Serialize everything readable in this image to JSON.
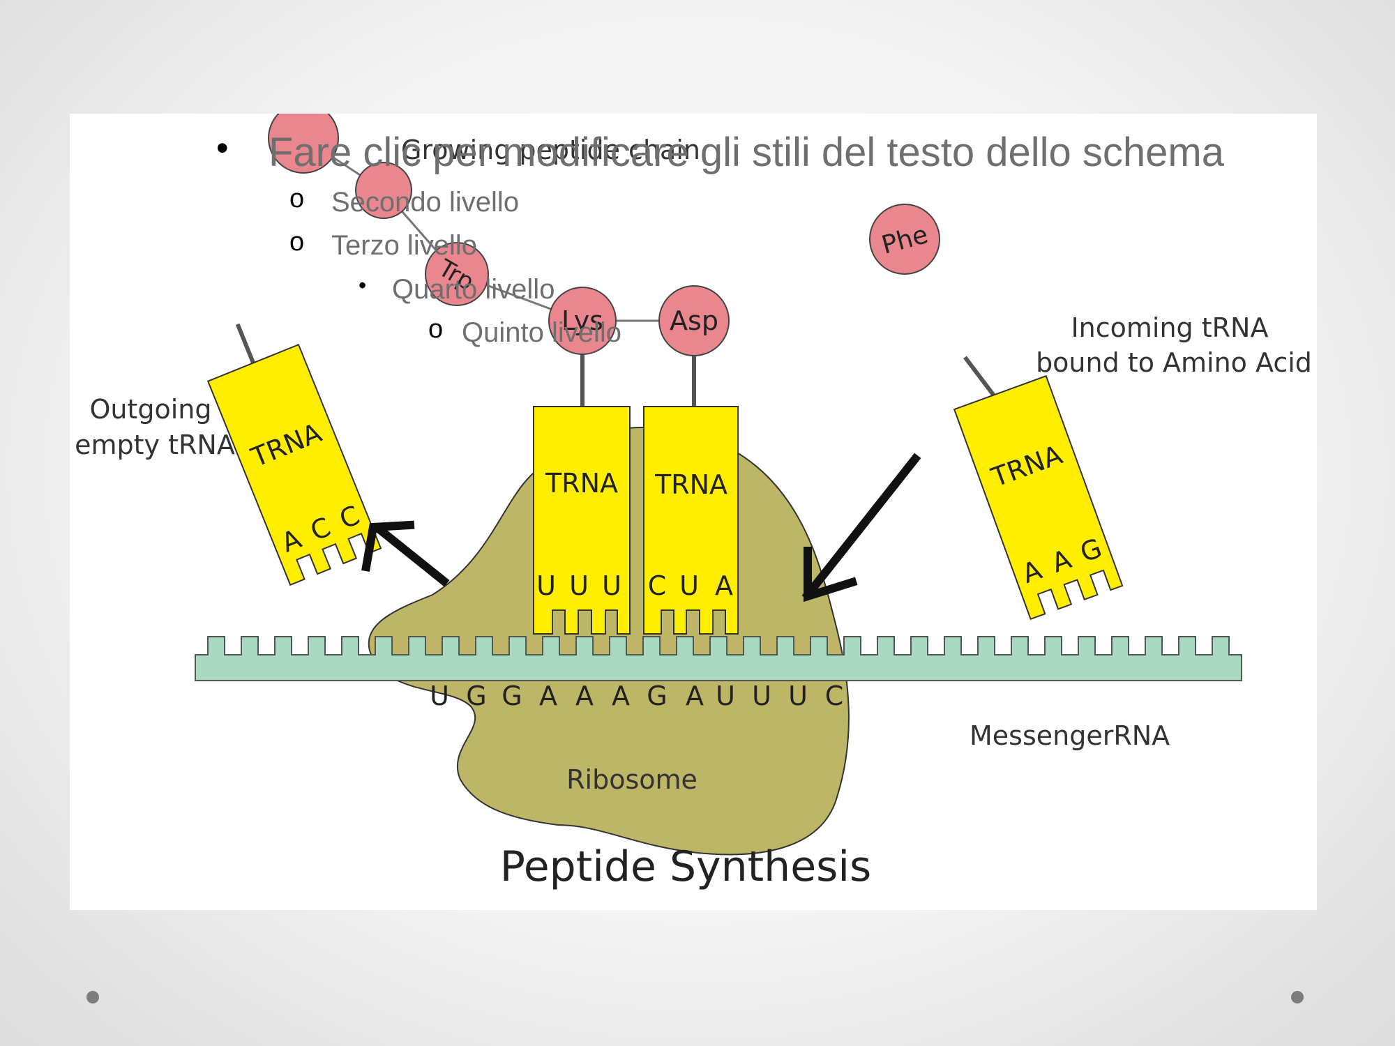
{
  "diagram": {
    "title": "Peptide Synthesis",
    "growing_chain_label": "Growing peptide chain",
    "amino_acids": {
      "trp": "Trp",
      "lys": "Lys",
      "asp": "Asp",
      "phe": "Phe"
    },
    "trna_label": "TRNA",
    "outgoing_label_line1": "Outgoing",
    "outgoing_label_line2": "empty tRNA",
    "outgoing_anticodon": [
      "A",
      "C",
      "C"
    ],
    "incoming_label_line1": "Incoming  tRNA",
    "incoming_label_line2": "bound to Amino Acid",
    "incoming_anticodon": [
      "A",
      "A",
      "G"
    ],
    "p_site_anticodon": [
      "U",
      "U",
      "U"
    ],
    "a_site_anticodon": [
      "C",
      "U",
      "A"
    ],
    "mrna_sequence": [
      "U",
      "G",
      "G",
      "A",
      "A",
      "A",
      "G",
      "A",
      "U",
      "U",
      "U",
      "C"
    ],
    "mrna_label": "MessengerRNA",
    "ribosome_label": "Ribosome"
  },
  "placeholder": {
    "level1": "Fare clic per modificare gli stili del testo dello schema",
    "level2": "Secondo livello",
    "level3": "Terzo livello",
    "level4": "Quarto livello",
    "level5": "Quinto livello",
    "bullet1": "•",
    "bullet2": "o",
    "bullet4": "•"
  },
  "colors": {
    "trna_fill": "#ffee00",
    "amino_fill": "#e9868e",
    "ribosome_fill": "#bdb666",
    "mrna_fill": "#a9d9c0"
  }
}
